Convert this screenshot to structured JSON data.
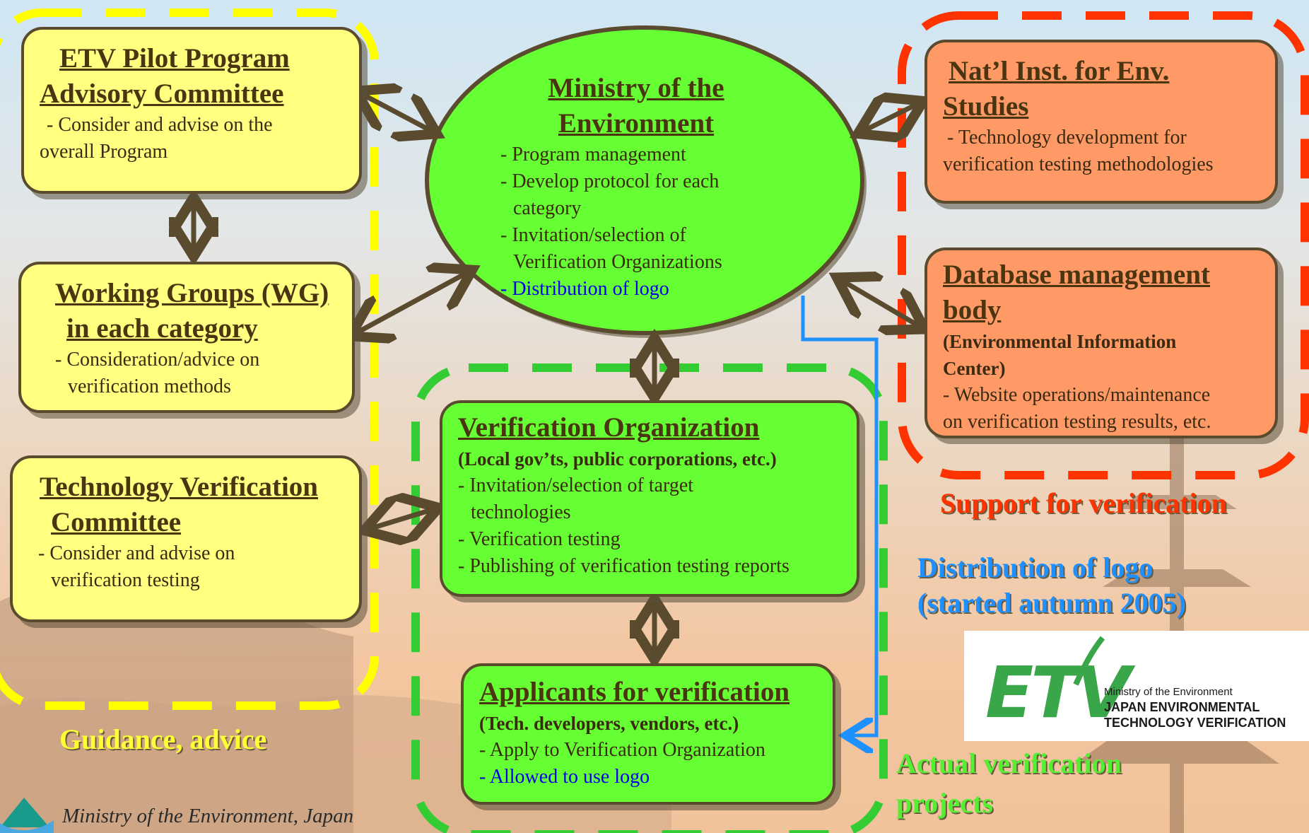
{
  "ministry_box": {
    "title_line1": "Ministry of the",
    "title_line2": "Environment",
    "items": [
      "- Program management",
      "- Develop protocol for each",
      "category",
      "- Invitation/selection of",
      "Verification Organizations",
      "- Distribution of logo"
    ]
  },
  "advisory_box": {
    "title_line1": "ETV Pilot Program",
    "title_line2": "Advisory Committee",
    "desc_line1": "- Consider and advise on the",
    "desc_line2": "overall Program"
  },
  "wg_box": {
    "title_line1": "Working Groups (WG)",
    "title_line2": "in each category",
    "desc_line1": "- Consideration/advice on",
    "desc_line2": "verification methods"
  },
  "tvc_box": {
    "title_line1": "Technology Verification",
    "title_line2": "Committee",
    "desc_line1": "- Consider and advise on",
    "desc_line2": "verification testing"
  },
  "nies_box": {
    "title_line1": "Nat’l Inst. for Env.",
    "title_line2": "Studies",
    "desc_line1": "- Technology development for",
    "desc_line2": "verification testing methodologies"
  },
  "db_box": {
    "title_line1": "Database management",
    "title_line2": "body",
    "sub_line1": "(Environmental Information",
    "sub_line2": "Center)",
    "desc_line1": "- Website operations/maintenance",
    "desc_line2": "on verification testing results, etc."
  },
  "vo_box": {
    "title": "Verification Organization",
    "sub": "(Local gov’ts, public corporations, etc.)",
    "items": [
      "- Invitation/selection of target",
      "technologies",
      "- Verification testing",
      "- Publishing of verification testing reports"
    ]
  },
  "app_box": {
    "title": "Applicants for verification",
    "sub": "(Tech. developers, vendors, etc.)",
    "item1": "- Apply to Verification Organization",
    "item2": "- Allowed to use logo"
  },
  "labels": {
    "guidance": "Guidance, advice",
    "support": "Support for verification",
    "logo_dist_line1": "Distribution of logo",
    "logo_dist_line2": "(started autumn 2005)",
    "actual_line1": "Actual verification",
    "actual_line2": "projects"
  },
  "etv_logo": {
    "letters": "ETV",
    "line1": "Ministry of the Environment",
    "line2": "JAPAN ENVIRONMENTAL",
    "line3": "TECHNOLOGY VERIFICATION"
  },
  "footer": "Ministry of the Environment, Japan",
  "colors": {
    "yellow_box": "#ffff80",
    "green_box": "#66ff33",
    "orange_box": "#ff9966",
    "yellow_dash": "#ffff00",
    "red_dash": "#ff3300",
    "green_dash": "#33cc33",
    "arrow": "#5a4a2e",
    "logo_line": "#1e90ff"
  }
}
